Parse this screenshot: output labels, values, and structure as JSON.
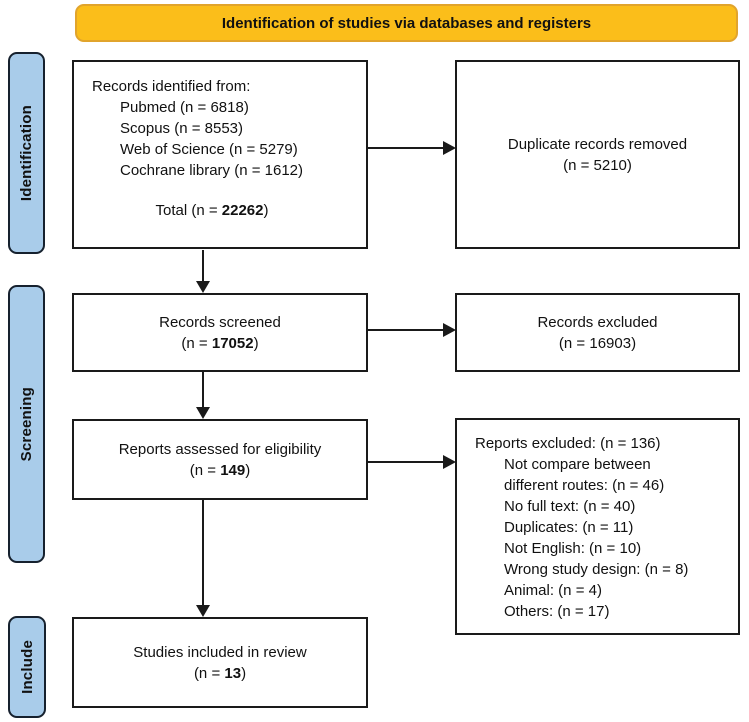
{
  "title": "Identification of studies via databases and registers",
  "colors": {
    "banner_fill": "#FBBE1A",
    "banner_border": "#E1A42C",
    "stage_fill": "#A9CCEA",
    "stage_border": "#16212E",
    "box_border": "#1A1A1A",
    "arrow": "#1A1A1A"
  },
  "stages": [
    {
      "label": "Identification"
    },
    {
      "label": "Screening"
    },
    {
      "label": "Include"
    }
  ],
  "boxes": {
    "identified": {
      "heading": "Records identified from:",
      "sources": [
        "Pubmed (n = 6818)",
        "Scopus (n = 8553)",
        "Web of Science (n = 5279)",
        "Cochrane library (n = 1612)"
      ],
      "total_prefix": "Total (n = ",
      "total_value": "22262",
      "total_suffix": ")"
    },
    "duplicates_removed": {
      "line1": "Duplicate records removed",
      "line2": "(n = 5210)"
    },
    "screened": {
      "title": "Records screened",
      "n_prefix": "(n = ",
      "n_value": "17052",
      "n_suffix": ")"
    },
    "records_excluded": {
      "line1": "Records excluded",
      "line2": "(n = 16903)"
    },
    "assessed": {
      "title": "Reports assessed for eligibility",
      "n_prefix": "(n = ",
      "n_value": "149",
      "n_suffix": ")"
    },
    "reports_excluded": {
      "heading": "Reports excluded: (n = 136)",
      "reasons": [
        "Not compare between",
        "different routes: (n = 46)",
        "No full text: (n = 40)",
        "Duplicates: (n = 11)",
        "Not English: (n = 10)",
        "Wrong study design: (n = 8)",
        "Animal: (n = 4)",
        "Others: (n = 17)"
      ]
    },
    "included": {
      "title": "Studies included in review",
      "n_prefix": "(n = ",
      "n_value": "13",
      "n_suffix": ")"
    }
  }
}
